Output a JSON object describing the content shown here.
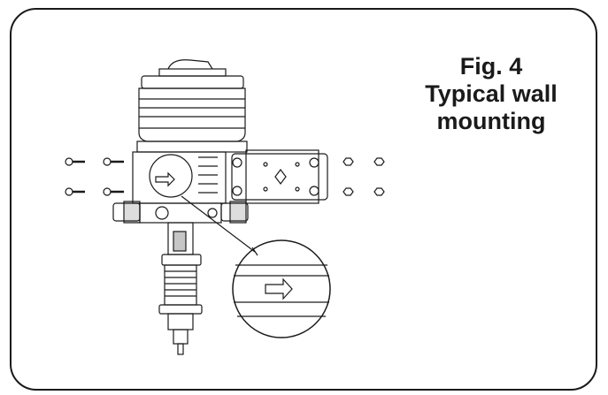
{
  "figure": {
    "number": "Fig. 4",
    "title_line1": "Typical wall",
    "title_line2": "mounting"
  },
  "colors": {
    "line": "#1a1a1a",
    "frame": "#1a1a1a",
    "background": "#ffffff"
  }
}
